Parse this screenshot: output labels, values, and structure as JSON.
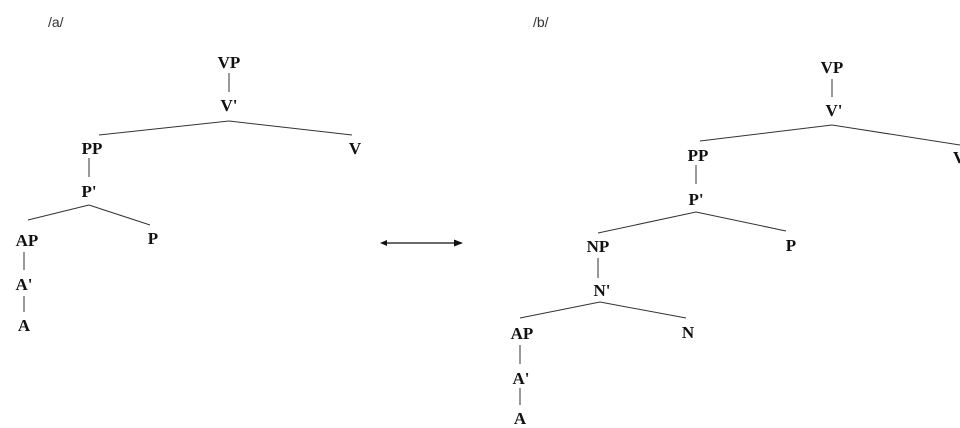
{
  "panels": {
    "a": {
      "label": "/a/"
    },
    "b": {
      "label": "/b/"
    }
  },
  "tree_a": {
    "VP": "VP",
    "V_bar": "V'",
    "PP": "PP",
    "V": "V",
    "P_bar": "P'",
    "AP": "AP",
    "P": "P",
    "A_bar": "A'",
    "A": "A"
  },
  "tree_b": {
    "VP": "VP",
    "V_bar": "V'",
    "PP": "PP",
    "V": "V",
    "P_bar": "P'",
    "NP": "NP",
    "P": "P",
    "N_bar": "N'",
    "AP": "AP",
    "N": "N",
    "A_bar": "A'",
    "A": "A"
  },
  "colors": {
    "ink": "#111111",
    "line": "#333333"
  }
}
